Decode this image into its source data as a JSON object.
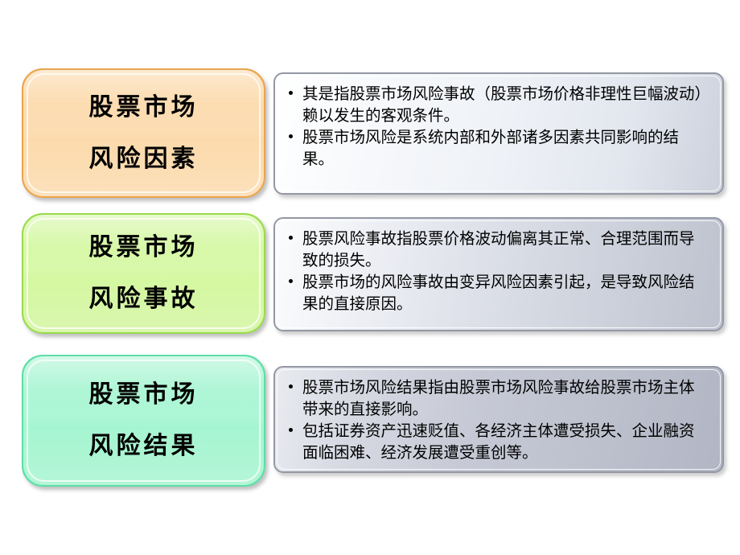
{
  "slide": {
    "background_color": "#ffffff",
    "rows": [
      {
        "id": "risk-factors",
        "label_line1": "股票市场",
        "label_line2": "风险因素",
        "label_fill_color": "#fcdcb0",
        "label_border_color": "#e8a44e",
        "bullets": [
          "其是指股票市场风险事故（股票市场价格非理性巨幅波动）赖以发生的客观条件。",
          "股票市场风险是系统内部和外部诸多因素共同影响的结果。"
        ]
      },
      {
        "id": "risk-accidents",
        "label_line1": "股票市场",
        "label_line2": "风险事故",
        "label_fill_color": "#d7f9a6",
        "label_border_color": "#9ad94f",
        "bullets": [
          "股票风险事故指股票价格波动偏离其正常、合理范围而导致的损失。",
          "股票市场的风险事故由变异风险因素引起，是导致风险结果的直接原因。"
        ]
      },
      {
        "id": "risk-results",
        "label_line1": "股票市场",
        "label_line2": "风险结果",
        "label_fill_color": "#aaf6d4",
        "label_border_color": "#5ddda7",
        "bullets": [
          "股票市场风险结果指由股票市场风险事故给股票市场主体带来的直接影响。",
          "包括证券资产迅速贬值、各经济主体遭受损失、企业融资面临困难、经济发展遭受重创等。"
        ]
      }
    ]
  }
}
